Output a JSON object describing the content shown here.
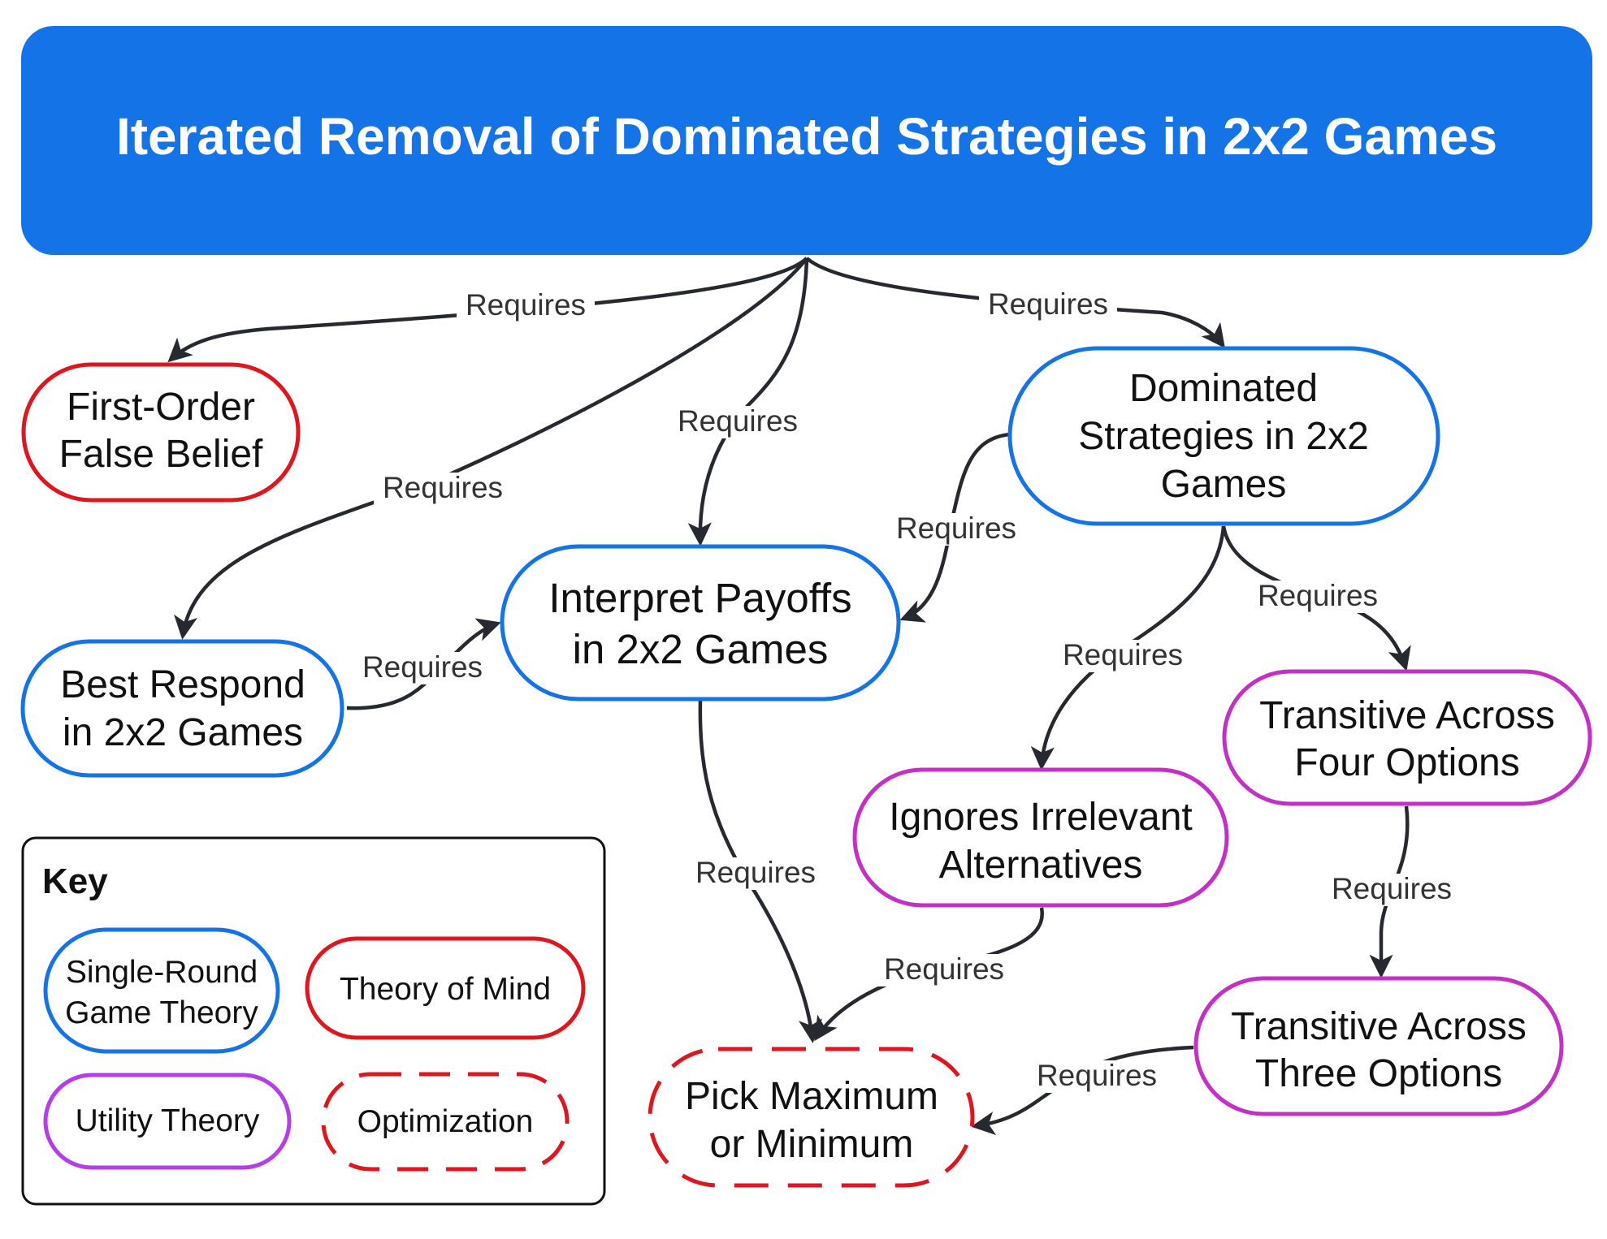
{
  "title": "Iterated Removal of Dominated Strategies in 2x2 Games",
  "edge_label": "Requires",
  "colors": {
    "title_bg": "#1473e6",
    "single_round_game_theory": "#1473e6",
    "theory_of_mind": "#e0161e",
    "utility_theory": "#c42fc6",
    "utility_theory_key": "#b43ee8",
    "optimization": "#e0161e",
    "edge": "#26292f"
  },
  "nodes": {
    "first_order_false_belief": [
      "First-Order",
      "False Belief"
    ],
    "dominated_strategies": [
      "Dominated",
      "Strategies in 2x2",
      "Games"
    ],
    "interpret_payoffs": [
      "Interpret Payoffs",
      "in 2x2 Games"
    ],
    "best_respond": [
      "Best Respond",
      "in 2x2 Games"
    ],
    "ignores_irrelevant": [
      "Ignores Irrelevant",
      "Alternatives"
    ],
    "transitive_four": [
      "Transitive Across",
      "Four Options"
    ],
    "transitive_three": [
      "Transitive Across",
      "Three Options"
    ],
    "pick_max_min": [
      "Pick Maximum",
      "or Minimum"
    ]
  },
  "key": {
    "title": "Key",
    "single_round": [
      "Single-Round",
      "Game Theory"
    ],
    "theory_of_mind": "Theory of Mind",
    "utility_theory": "Utility Theory",
    "optimization": "Optimization"
  }
}
